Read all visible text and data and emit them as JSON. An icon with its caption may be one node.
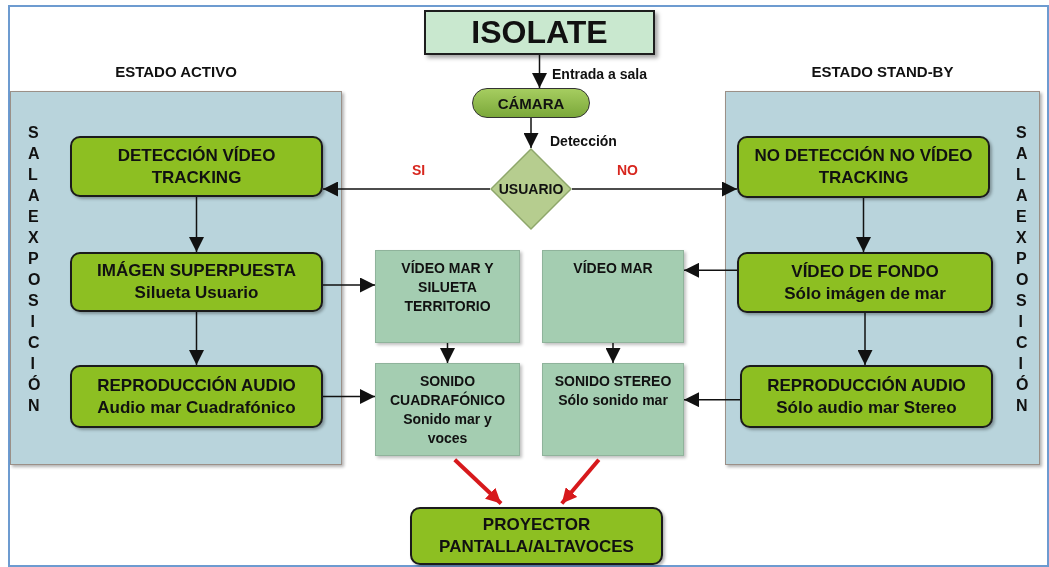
{
  "diagram": {
    "nodes": [
      {
        "text": [
          "ISOLATE"
        ]
      },
      {
        "text": [
          "CÁMARA"
        ]
      },
      {
        "text": [
          "USUARIO"
        ]
      },
      {
        "text": [
          "ESTADO ACTIVO",
          "SALA EXPOSICIÓN"
        ]
      },
      {
        "text": [
          "DETECCIÓN VÍDEO TRACKING"
        ],
        "in": 3
      },
      {
        "text": [
          "IMÁGEN SUPERPUESTA",
          "Silueta Usuario"
        ],
        "in": 3
      },
      {
        "text": [
          "REPRODUCCIÓN AUDIO",
          "Audio mar Cuadrafónico"
        ],
        "in": 3
      },
      {
        "text": [
          "ESTADO STAND-BY",
          "SALA EXPOSICIÓN"
        ]
      },
      {
        "text": [
          "NO DETECCIÓN NO VÍDEO TRACKING"
        ],
        "in": 7
      },
      {
        "text": [
          "VÍDEO DE FONDO",
          "Sólo imágen de mar"
        ],
        "in": 7
      },
      {
        "text": [
          "REPRODUCCIÓN AUDIO",
          "Sólo audio mar Stereo"
        ],
        "in": 7
      },
      {
        "text": [
          "VÍDEO MAR Y SILUETA TERRITORIO"
        ]
      },
      {
        "text": [
          "SONIDO CUADRAFÓNICO",
          "Sonido mar y voces"
        ]
      },
      {
        "text": [
          "VÍDEO MAR"
        ]
      },
      {
        "text": [
          "SONIDO STEREO",
          "Sólo sonido mar"
        ]
      },
      {
        "text": [
          "PROYECTOR PANTALLA/ALTAVOCES"
        ]
      }
    ],
    "edges": [
      {
        "from": 0,
        "to": 1,
        "arrow": "to",
        "label": "Entrada a sala"
      },
      {
        "from": 1,
        "to": 2,
        "arrow": "to",
        "label": "Detección"
      },
      {
        "from": 2,
        "to": 4,
        "arrow": "to",
        "label": "SI"
      },
      {
        "from": 2,
        "to": 8,
        "arrow": "to",
        "label": "NO"
      },
      {
        "from": 4,
        "to": 5,
        "arrow": "to"
      },
      {
        "from": 5,
        "to": 6,
        "arrow": "to"
      },
      {
        "from": 8,
        "to": 9,
        "arrow": "to"
      },
      {
        "from": 9,
        "to": 10,
        "arrow": "to"
      },
      {
        "from": 5,
        "to": 11,
        "arrow": "to"
      },
      {
        "from": 6,
        "to": 12,
        "arrow": "to"
      },
      {
        "from": 9,
        "to": 13,
        "arrow": "to"
      },
      {
        "from": 10,
        "to": 14,
        "arrow": "to"
      },
      {
        "from": 11,
        "to": 12,
        "arrow": "to"
      },
      {
        "from": 13,
        "to": 14,
        "arrow": "to"
      },
      {
        "from": 12,
        "to": 15,
        "arrow": "to",
        "style": "thick",
        "color": "#d7191c"
      },
      {
        "from": 14,
        "to": 15,
        "arrow": "to",
        "style": "thick",
        "color": "#d7191c"
      }
    ]
  }
}
